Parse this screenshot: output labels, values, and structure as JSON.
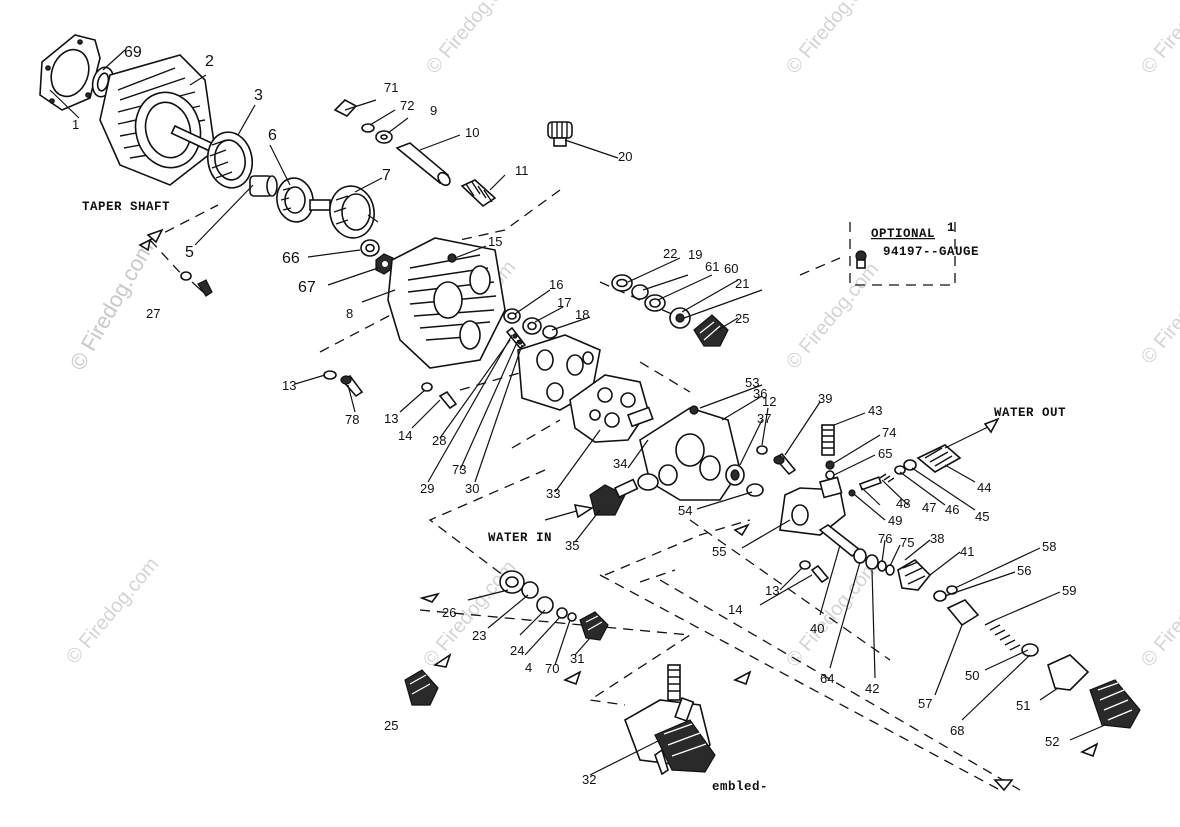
{
  "captions": {
    "taper_shaft": "TAPER SHAFT",
    "water_out": "WATER OUT",
    "water_in": "WATER IN",
    "optional_title": "OPTIONAL",
    "optional_bracket_num": "1",
    "optional_gauge": "94197--GAUGE",
    "assembled_fragment": "embled-"
  },
  "watermark": {
    "main": "© Firedog.com",
    "tile": "© Firedog.com"
  },
  "part_numbers": [
    "1",
    "2",
    "3",
    "4",
    "5",
    "6",
    "7",
    "8",
    "9",
    "10",
    "11",
    "12",
    "13",
    "14",
    "15",
    "16",
    "17",
    "18",
    "19",
    "20",
    "21",
    "22",
    "23",
    "24",
    "25",
    "26",
    "27",
    "28",
    "29",
    "30",
    "31",
    "33",
    "34",
    "35",
    "36",
    "37",
    "38",
    "39",
    "40",
    "41",
    "42",
    "43",
    "44",
    "45",
    "46",
    "47",
    "48",
    "49",
    "50",
    "51",
    "52",
    "53",
    "54",
    "55",
    "56",
    "57",
    "58",
    "59",
    "60",
    "61",
    "64",
    "65",
    "66",
    "67",
    "68",
    "69",
    "70",
    "71",
    "72",
    "73",
    "74",
    "75",
    "76",
    "78"
  ],
  "labels": {
    "n1": "1",
    "n2": "2",
    "n3": "3",
    "n4": "4",
    "n5": "5",
    "n6": "6",
    "n7": "7",
    "n8": "8",
    "n9": "9",
    "n10": "10",
    "n11": "11",
    "n12": "12",
    "n13a": "13",
    "n13b": "13",
    "n13c": "13",
    "n14a": "14",
    "n14b": "14",
    "n15": "15",
    "n16": "16",
    "n17": "17",
    "n18": "18",
    "n19": "19",
    "n20": "20",
    "n21": "21",
    "n22": "22",
    "n23": "23",
    "n24": "24",
    "n25a": "25",
    "n25b": "25",
    "n26": "26",
    "n27": "27",
    "n28": "28",
    "n29": "29",
    "n30": "30",
    "n31": "31",
    "n33": "33",
    "n34": "34",
    "n35": "35",
    "n36": "36",
    "n37": "37",
    "n38": "38",
    "n39": "39",
    "n40": "40",
    "n41": "41",
    "n42": "42",
    "n43": "43",
    "n44": "44",
    "n45": "45",
    "n46": "46",
    "n47": "47",
    "n48": "48",
    "n49": "49",
    "n50": "50",
    "n51": "51",
    "n52": "52",
    "n53": "53",
    "n54": "54",
    "n55": "55",
    "n56": "56",
    "n57": "57",
    "n58": "58",
    "n59": "59",
    "n60": "60",
    "n61": "61",
    "n64": "64",
    "n65": "65",
    "n66": "66",
    "n67": "67",
    "n68": "68",
    "n69": "69",
    "n70": "70",
    "n71": "71",
    "n72": "72",
    "n73": "73",
    "n74": "74",
    "n75": "75",
    "n76": "76",
    "n78": "78",
    "n32": "32"
  }
}
